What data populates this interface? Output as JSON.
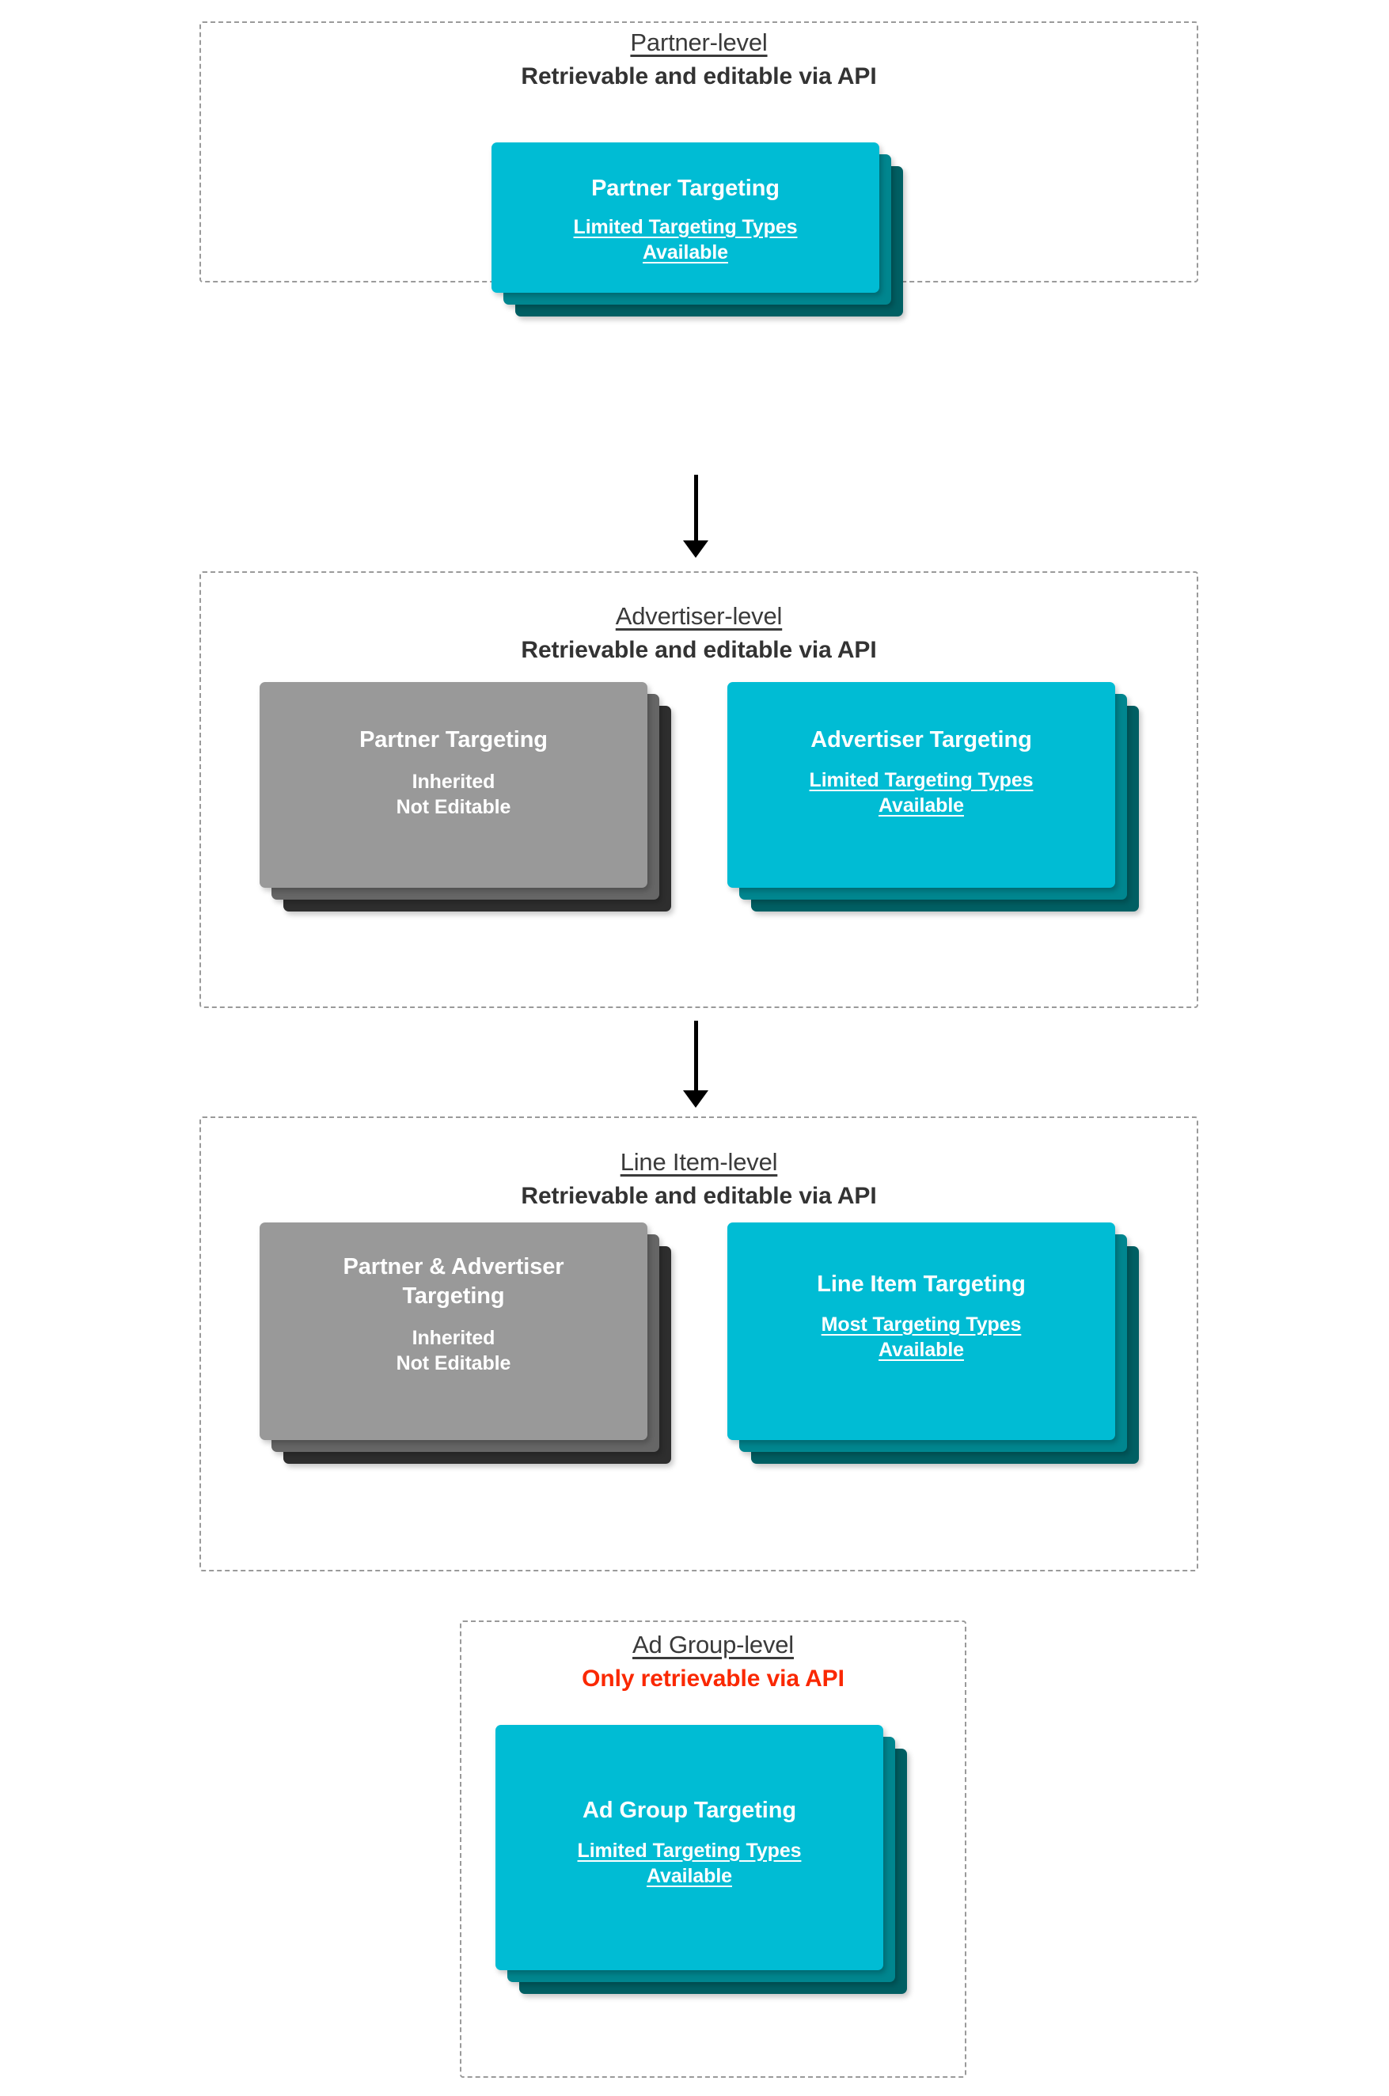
{
  "diagram": {
    "title_hidden": "",
    "levels": [
      {
        "id": "partner-level",
        "name": "Partner-level",
        "api_note": "Retrievable and editable via API",
        "api_note_style": "normal",
        "cards": [
          {
            "id": "partner-targeting",
            "title": "Partner Targeting",
            "subtitle": "Limited Targeting Types Available",
            "subtitle_underlined": true,
            "palette": "cyan"
          }
        ]
      },
      {
        "id": "advertiser-level",
        "name": "Advertiser-level",
        "api_note": "Retrievable and editable via API",
        "api_note_style": "normal",
        "cards": [
          {
            "id": "inherited-partner-targeting",
            "title": "Partner Targeting",
            "subtitle": "Inherited\nNot Editable",
            "subtitle_underlined": false,
            "palette": "gray"
          },
          {
            "id": "advertiser-targeting",
            "title": "Advertiser Targeting",
            "subtitle": "Limited Targeting Types Available",
            "subtitle_underlined": true,
            "palette": "cyan"
          }
        ]
      },
      {
        "id": "line-item-level",
        "name": "Line Item-level",
        "api_note": "Retrievable and editable via API",
        "api_note_style": "normal",
        "cards": [
          {
            "id": "inherited-partner-advertiser-targeting",
            "title": "Partner & Advertiser Targeting",
            "subtitle": "Inherited\nNot Editable",
            "subtitle_underlined": false,
            "palette": "gray"
          },
          {
            "id": "line-item-targeting",
            "title": "Line Item Targeting",
            "subtitle": "Most Targeting Types Available",
            "subtitle_underlined": true,
            "palette": "cyan"
          }
        ]
      },
      {
        "id": "ad-group-level",
        "name": "Ad Group-level",
        "api_note": "Only retrievable via API",
        "api_note_style": "warning",
        "cards": [
          {
            "id": "ad-group-targeting",
            "title": "Ad Group Targeting",
            "subtitle": "Limited Targeting Types Available",
            "subtitle_underlined": true,
            "palette": "cyan"
          }
        ]
      }
    ],
    "text": {
      "l1_name": "Partner-level",
      "l1_api": "Retrievable and editable via API",
      "l1_c1_title": "Partner Targeting",
      "l1_c1_sub_a": "Limited Targeting Types",
      "l1_c1_sub_b": "Available",
      "l2_name": "Advertiser-level",
      "l2_api": "Retrievable and editable via API",
      "l2_c1_title": "Partner Targeting",
      "l2_c1_sub_a": "Inherited",
      "l2_c1_sub_b": "Not Editable",
      "l2_c2_title": "Advertiser Targeting",
      "l2_c2_sub_a": "Limited Targeting Types",
      "l2_c2_sub_b": "Available",
      "l3_name": "Line Item-level",
      "l3_api": "Retrievable and editable via API",
      "l3_c1_title_a": "Partner & Advertiser",
      "l3_c1_title_b": "Targeting",
      "l3_c1_sub_a": "Inherited",
      "l3_c1_sub_b": "Not Editable",
      "l3_c2_title": "Line Item Targeting",
      "l3_c2_sub_a": "Most Targeting Types",
      "l3_c2_sub_b": "Available",
      "l4_name": "Ad Group-level",
      "l4_api": "Only retrievable via API",
      "l4_c1_title": "Ad Group Targeting",
      "l4_c1_sub_a": "Limited Targeting Types",
      "l4_c1_sub_b": "Available"
    },
    "colors": {
      "cyan_front": "#00bcd4",
      "cyan_mid": "#00868f",
      "cyan_back": "#005f63",
      "gray_front": "#999999",
      "gray_mid": "#666666",
      "gray_back": "#2e2e2e",
      "dashed_border": "#9a9a9a",
      "heading_text": "#3a3a3a",
      "api_text": "#333333",
      "api_warning_text": "#fa2800",
      "arrow": "#000000",
      "card_text": "#ffffff",
      "background": "#ffffff"
    }
  }
}
